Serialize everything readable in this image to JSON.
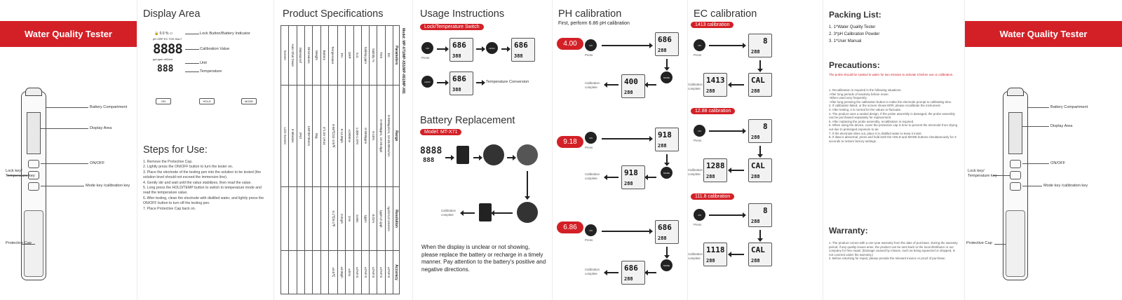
{
  "cover": {
    "title": "Water Quality Tester"
  },
  "device_labels": {
    "battery": "Battery Compartment",
    "display": "Display Area",
    "onoff": "ON/OFF",
    "lock": "Lock key/ Temperature key",
    "mode": "Mode key /calibration key",
    "cap": "Protective Cap"
  },
  "display_area": {
    "title": "Display Area",
    "lcd_top": "8888",
    "lcd_bottom": "888",
    "lock_label": "Lock Button/Battery Indicator",
    "cal_label": "Calibration Value",
    "unit_label": "Unit",
    "temp_label": "Temperature",
    "buttons": [
      "ON",
      "HOLD",
      "MODE"
    ]
  },
  "steps": {
    "title": "Steps for Use:",
    "items": [
      "1. Remove the Protective Cap.",
      "2. Lightly press the ON/OFF button to turn the tester on.",
      "3. Place the electrode of the testing pen into the solution to be tested (the solution level should not exceed the immersion line).",
      "4. Gently stir and wait until the value stabilizes, then read the value.",
      "5. Long press the HOLD/TEMP button to switch to temperature mode and read the temperature value.",
      "6. After testing, clean the electrode with distilled water, and lightly press the ON/OFF button to turn off the testing pen.",
      "7. Place Protective Cap back on."
    ]
  },
  "specs": {
    "title": "Product Specifications",
    "model": "Model: MP-X71/MP-X51/MP-X61/MP-X81",
    "headers": [
      "Parameters",
      "Range",
      "Resolution",
      "Accuracy"
    ],
    "rows": [
      [
        "EC",
        "0-9999μs/cm, 10-40.00ms/cm",
        "1μs/cm,0.1ms/cm",
        "±2%F.S"
      ],
      [
        "TDS",
        "0-9999ppm, 10-20.0ppt",
        "1ppm,0.1ppt",
        "±2%F.S"
      ],
      [
        "Salinity %",
        "0-10%",
        "0.01%",
        "±2%F.S"
      ],
      [
        "Salinity ppm",
        "0-9999ppm",
        "1ppm",
        "±2%F.S"
      ],
      [
        "S.G",
        "1.000-1.070",
        "0.001",
        "±2%F.S"
      ],
      [
        "ORP",
        "±1999mv",
        "1mv",
        "±3mv"
      ],
      [
        "PH",
        "0-14.00ph",
        "0.01ph",
        "±0.05ph"
      ],
      [
        "Temperature",
        "0-80℃/32-176℉",
        "0.1℃/0.1℉",
        "±0.5℃"
      ],
      [
        "Battery",
        "4*1.5V LR44",
        "",
        ""
      ],
      [
        "Weight",
        "55g",
        "",
        ""
      ],
      [
        "Dimensions",
        "190*35*35mm",
        "",
        ""
      ],
      [
        "Waterproof",
        "IP67",
        "",
        ""
      ],
      [
        "Auto Shut Down",
        "5 Minutes",
        "",
        ""
      ],
      [
        "Screen",
        "LCD Screen",
        "",
        ""
      ]
    ]
  },
  "usage": {
    "title": "Usage Instructions",
    "pill": "Lock/Temperature Switch",
    "lcd1_top": "686",
    "lcd1_bot": "388",
    "lcd2_top": "686",
    "lcd2_bot": "388",
    "lcd3_top": "686",
    "lcd3_bot": "388",
    "press": "Press",
    "conv": "Temperature Conversion"
  },
  "battery": {
    "title": "Battery Replacement",
    "pill": "Model: MT-X71",
    "lcd_top": "8888",
    "lcd_bot": "888",
    "calib": "Calibration complete",
    "notice": "When the display is unclear or not showing, please replace the battery or recharge in a timely manner. Pay attention to the battery's positive and negative directions."
  },
  "ph": {
    "title": "PH calibration",
    "subtitle": "First, perform 6.86 pH calibration",
    "values": [
      "4.00",
      "9.18",
      "6.86"
    ],
    "lcd_a": "686",
    "lcd_a_b": "288",
    "lcd_b": "400",
    "lcd_b_b": "288",
    "lcd_c": "918",
    "lcd_c_b": "288",
    "lcd_d": "686",
    "lcd_d_b": "288",
    "press": "Press",
    "complete": "Calibration complete"
  },
  "ec": {
    "title": "EC calibration",
    "pills": [
      "1413 calibration",
      "12.88 calibration",
      "111.8 calibration"
    ],
    "lcd_8": "8",
    "lcd_8b": "288",
    "cal": "CAL",
    "cal_b": "288",
    "v1": "1413",
    "v1b": "288",
    "v2": "1288",
    "v2b": "288",
    "v3": "1118",
    "v3b": "288",
    "press": "Press",
    "complete": "Calibration complete"
  },
  "packing": {
    "title": "Packing List:",
    "items": [
      "1. 1*Water Quality Tester",
      "2. 3*pH Calibration Powder",
      "3. 1*User Manual"
    ]
  },
  "precautions": {
    "title": "Precautions:",
    "red": "The probe should be soaked in water for two minutes to activate it before use or calibration.",
    "items": [
      "1. Recalibration is required in the following situations:",
      "-After long periods of inactivity before reuse.",
      "-When used very frequently.",
      "-After long pressing the calibration button to make the electrode prompt to calibrating time.",
      "2. If calibration failed, or the screen shows ERR, please recalibrate the instrument.",
      "3. After testing, it is normal for the values to fluctuate.",
      "4. The product uses a sealed design. If the probe assembly is damaged, the probe assembly can be purchased separately for replacement.",
      "5. After replacing the probe assembly, recalibration is required.",
      "6. When using the device, cover the protective cap in time to prevent the electrode from drying out due to prolonged exposure to air.",
      "7. If the electrode dries out, place it in distilled water to keep it moist.",
      "8. If data is abnormal, press and hold both the HOLD and MODE buttons simultaneously for 3 seconds to restore factory settings."
    ]
  },
  "warranty": {
    "title": "Warranty:",
    "items": [
      "1. The product comes with a one-year warranty from the date of purchase. During the warranty period, if any quality issues arise, the product can be sent back to the local distributor or our company for free repair. (Damage caused by misuse, such as being squeezed or dropped, is not covered under the warranty.)",
      "2. Before returning for repair, please provide the relevant invoice or proof of purchase."
    ]
  }
}
